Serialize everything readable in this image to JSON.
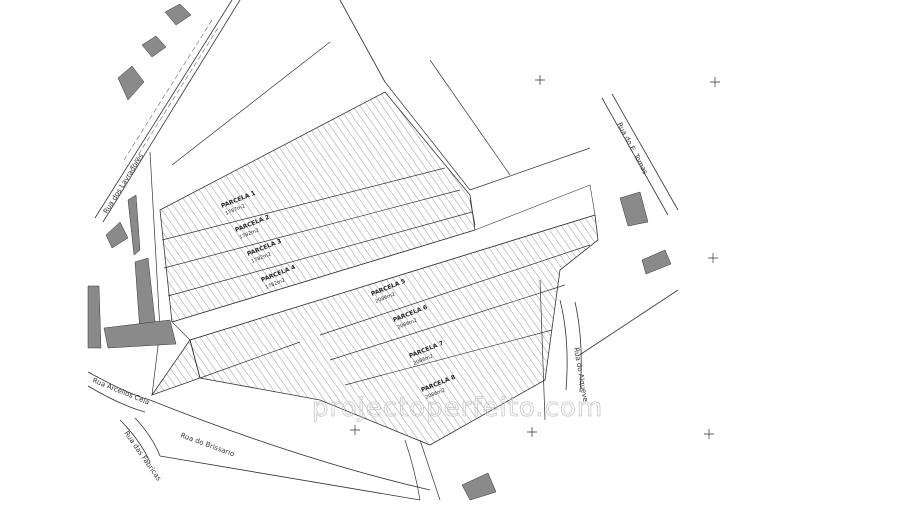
{
  "roads": [
    {
      "id": "rua-dos-lavradores",
      "label": "Rua dos Lavradores"
    },
    {
      "id": "rua-do-e-tomas",
      "label": "Rua do E. Tomas"
    },
    {
      "id": "rua-do-alqueve",
      "label": "Rua do Alqueve"
    },
    {
      "id": "rua-arcelios-cela",
      "label": "Rua Arcelios Cela"
    },
    {
      "id": "rua-das-fabricas",
      "label": "Rua das Fabricas"
    },
    {
      "id": "rua-do-brissario",
      "label": "Rua do Brissario"
    }
  ],
  "parcels": [
    {
      "name": "PARCELA 1",
      "area": "1787m2"
    },
    {
      "name": "PARCELA 2",
      "area": "1782m2"
    },
    {
      "name": "PARCELA 3",
      "area": "1782m2"
    },
    {
      "name": "PARCELA 4",
      "area": "1782m2"
    },
    {
      "name": "PARCELA 5",
      "area": "2086m2"
    },
    {
      "name": "PARCELA 6",
      "area": "2086m2"
    },
    {
      "name": "PARCELA 7",
      "area": "2086m2"
    },
    {
      "name": "PARCELA 8",
      "area": "2086m2"
    }
  ],
  "watermark": "projectoperfeito.com",
  "colors": {
    "line": "#333333",
    "hatch": "#555555",
    "building": "#8a8a8a",
    "watermark": "#c8c8c8"
  }
}
